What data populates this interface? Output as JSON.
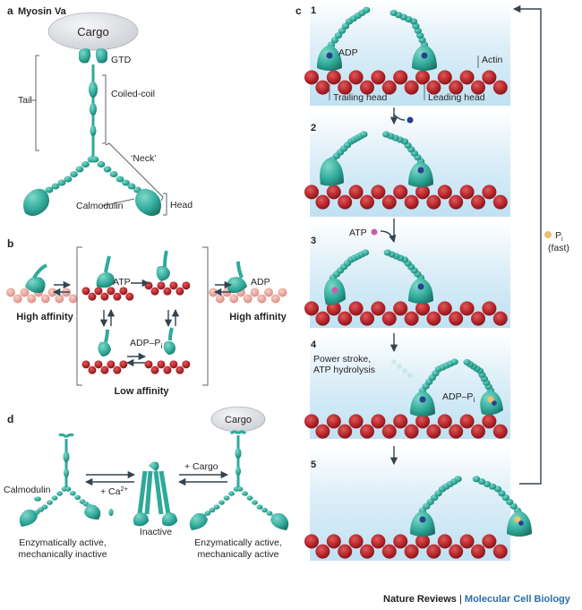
{
  "panel_a": {
    "letter": "a",
    "title": "Myosin Va",
    "cargo": "Cargo",
    "gtd": "GTD",
    "tail": "Tail",
    "coiled_coil": "Coiled-coil",
    "neck": "‘Neck’",
    "calmodulin": "Calmodulin",
    "head": "Head"
  },
  "panel_b": {
    "letter": "b",
    "atp": "ATP",
    "adp": "ADP",
    "adp_pi": "ADP–P",
    "pi_sub": "i",
    "high_affinity_left": "High affinity",
    "high_affinity_right": "High affinity",
    "low_affinity": "Low affinity"
  },
  "panel_c": {
    "letter": "c",
    "steps": [
      "1",
      "2",
      "3",
      "4",
      "5"
    ],
    "adp": "ADP",
    "actin": "Actin",
    "trailing_head": "Trailing head",
    "leading_head": "Leading head",
    "atp": "ATP",
    "power_stroke_line1": "Power stroke,",
    "power_stroke_line2": "ATP hydrolysis",
    "adp_pi": "ADP–P",
    "pi_sub": "i",
    "release_p": "P",
    "release_sub": "i",
    "fast": "(fast)"
  },
  "panel_d": {
    "letter": "d",
    "calmodulin": "Calmodulin",
    "ca": "+ Ca",
    "ca_sup": "2+",
    "plus_cargo": "+ Cargo",
    "inactive": "Inactive",
    "cargo": "Cargo",
    "left_line1": "Enzymatically active,",
    "left_line2": "mechanically inactive",
    "right_line1": "Enzymatically active,",
    "right_line2": "mechanically active"
  },
  "footer": {
    "journal": "Nature Reviews",
    "separator": " | ",
    "subjournal": "Molecular Cell Biology"
  },
  "colors": {
    "myosin": "#2fa99a",
    "actin": "#b5252b",
    "actin_low_affinity": "#e8a39a",
    "cargo": "#e4e6ea",
    "panel_bg": "#cfe8f4",
    "adp_dot": "#2a3f8f",
    "atp_dot": "#c75fa8",
    "pi_dot": "#f2c165"
  }
}
